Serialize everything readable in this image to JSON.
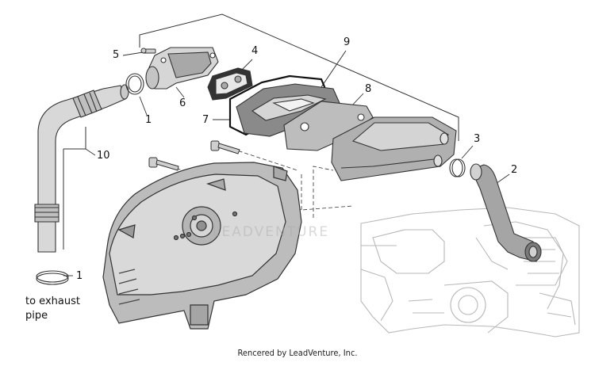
{
  "diagram": {
    "callouts": [
      {
        "id": "c1a",
        "text": "1"
      },
      {
        "id": "c1b",
        "text": "1"
      },
      {
        "id": "c2",
        "text": "2"
      },
      {
        "id": "c3",
        "text": "3"
      },
      {
        "id": "c4",
        "text": "4"
      },
      {
        "id": "c5",
        "text": "5"
      },
      {
        "id": "c6",
        "text": "6"
      },
      {
        "id": "c7",
        "text": "7"
      },
      {
        "id": "c8",
        "text": "8"
      },
      {
        "id": "c9",
        "text": "9"
      },
      {
        "id": "c10",
        "text": "10"
      }
    ],
    "caption_line1": "to exhaust",
    "caption_line2": "pipe",
    "watermark": "LEADVENTURE",
    "credit": "Rencered by LeadVenture, Inc."
  }
}
